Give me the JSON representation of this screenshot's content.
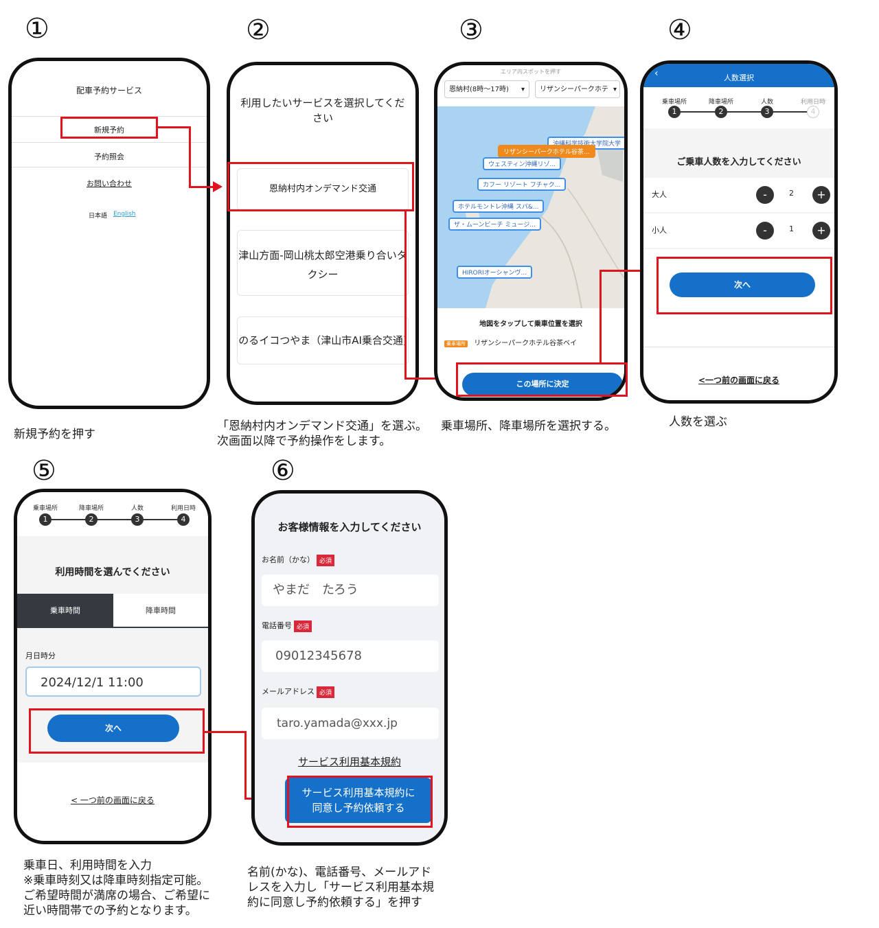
{
  "steps": {
    "s1": {
      "number": "①",
      "title": "配車予約サービス",
      "menu_new": "新規予約",
      "menu_lookup": "予約照会",
      "menu_contact": "お問い合わせ",
      "lang_ja": "日本語",
      "lang_en": "English",
      "caption": "新規予約を押す"
    },
    "s2": {
      "number": "②",
      "heading": "利用したいサービスを選択してください",
      "option1": "恩納村内オンデマンド交通",
      "option2": "津山方面-岡山桃太郎空港乗り合いタクシー",
      "option3": "のるイコつやま（津山市AI乗合交通)",
      "caption": "「恩納村内オンデマンド交通」を選ぶ。\n次画面以降で予約操作をします。"
    },
    "s3": {
      "number": "③",
      "top_hint": "エリア内スポットを押す",
      "dropdown1": "恩納村(8時～17時)",
      "dropdown2": "リザンシーパークホテ",
      "pins": [
        "沖縄科学技術大学院大学",
        "リザンシーパークホテル谷茶...",
        "ウェスティン沖縄リゾ...",
        "カフー リゾート フチャク...",
        "ホテルモントレ沖縄 スパ&...",
        "ザ・ムーンビーチ ミュージ...",
        "HIRORIオーシャンヴ..."
      ],
      "map_instruction": "地図をタップして乗車位置を選択",
      "selected_tag": "乗車場所",
      "selected_place": "リザンシーパークホテル谷茶ベイ",
      "confirm_button": "この場所に決定",
      "caption": "乗車場所、降車場所を選択する。"
    },
    "s4": {
      "number": "④",
      "header": "人数選択",
      "steps": [
        "乗車場所",
        "降車場所",
        "人数",
        "利用日時"
      ],
      "step_nums": [
        "1",
        "2",
        "3",
        "4"
      ],
      "heading": "ご乗車人数を入力してください",
      "adult_label": "大人",
      "adult_count": "2",
      "child_label": "小人",
      "child_count": "1",
      "minus": "-",
      "plus": "+",
      "next_button": "次へ",
      "back_link": "<一つ前の画面に戻る",
      "caption": "人数を選ぶ"
    },
    "s5": {
      "number": "⑤",
      "steps": [
        "乗車場所",
        "降車場所",
        "人数",
        "利用日時"
      ],
      "step_nums": [
        "1",
        "2",
        "3",
        "4"
      ],
      "heading": "利用時間を選んでください",
      "tab_pickup": "乗車時間",
      "tab_dropoff": "降車時間",
      "field_label": "月日時分",
      "datetime_value": "2024/12/1 11:00",
      "next_button": "次へ",
      "back_link": "< 一つ前の画面に戻る",
      "caption": "乗車日、利用時間を入力\n※乗車時刻又は降車時刻指定可能。\nご希望時間が満席の場合、ご希望に\n近い時間帯での予約となります。"
    },
    "s6": {
      "number": "⑥",
      "heading": "お客様情報を入力してください",
      "name_label": "お名前（かな）",
      "name_value": "やまだ　たろう",
      "phone_label": "電話番号",
      "phone_value": "09012345678",
      "email_label": "メールアドレス",
      "email_value": "taro.yamada@xxx.jp",
      "required_badge": "必須",
      "terms_link": "サービス利用基本規約",
      "submit_button": "サービス利用基本規約に\n同意し予約依頼する",
      "caption": "名前(かな)、電話番号、メールアド\nレスを入力し「サービス利用基本規\n約に同意し予約依頼する」を押す"
    }
  },
  "colors": {
    "accent": "#1570c9",
    "highlight": "#e0141e",
    "map_land": "#e9e6df",
    "map_sea": "#a9d3f0",
    "pin_orange": "#f08a1c"
  }
}
